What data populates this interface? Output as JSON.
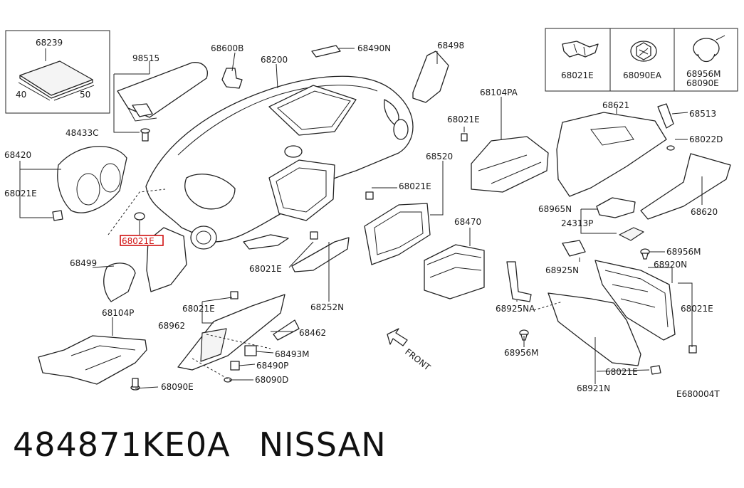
{
  "diagram_code": "E680004T",
  "front_label": "FRONT",
  "caption": {
    "part_number": "484871KE0A",
    "brand": "NISSAN"
  },
  "highlight": {
    "label": "68021E"
  },
  "inset_box": {
    "part": "68239",
    "dim_a": "40",
    "dim_b": "50"
  },
  "legend": [
    {
      "label": "68021E"
    },
    {
      "label": "68090EA"
    },
    {
      "label": "68956M",
      "label2": "68090E"
    }
  ],
  "labels": {
    "l98515": "98515",
    "l68600B": "68600B",
    "l68200": "68200",
    "l68490N": "68490N",
    "l68498": "68498",
    "l48433C": "48433C",
    "l68420": "68420",
    "l68021E_a": "68021E",
    "l68499": "68499",
    "l68104P": "68104P",
    "l68090E": "68090E",
    "l68104PA": "68104PA",
    "l68021E_b": "68021E",
    "l68520": "68520",
    "l68021E_c": "68021E",
    "l68621": "68621",
    "l68513": "68513",
    "l68022D": "68022D",
    "l68620": "68620",
    "l68965N": "68965N",
    "l24313P": "24313P",
    "l68470": "68470",
    "l68021E_d": "68021E",
    "l68252N": "68252N",
    "l68021E_e": "68021E",
    "l68962": "68962",
    "l68462": "68462",
    "l68493M": "68493M",
    "l68490P": "68490P",
    "l68090D": "68090D",
    "l68925N": "68925N",
    "l68925NA": "68925NA",
    "l68956M_a": "68956M",
    "l68920N": "68920N",
    "l68021E_f": "68021E",
    "l68956M_b": "68956M",
    "l68021E_g": "68021E",
    "l68921N": "68921N"
  }
}
